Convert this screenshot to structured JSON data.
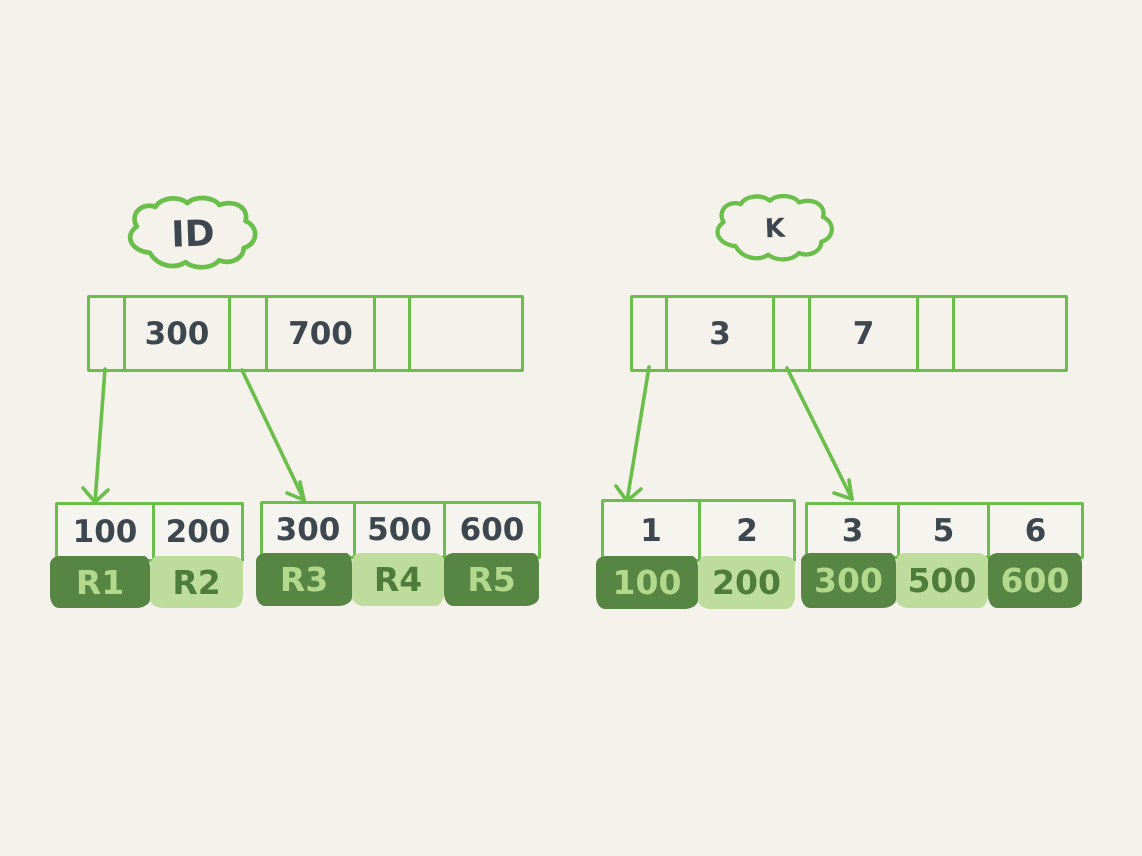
{
  "palette": {
    "background": "#f4f2eb",
    "stroke_green": "#6abf4a",
    "ink_dark": "#3d4750",
    "block_dark_fill": "#568544",
    "block_dark_text": "#b2d98b",
    "block_light_fill": "#bedd9c",
    "block_light_text": "#4e7c3a"
  },
  "left": {
    "cloud": "ID",
    "root": {
      "cells": [
        "",
        "300",
        "",
        "700",
        "",
        ""
      ]
    },
    "leaves": [
      {
        "keys": [
          "100",
          "200"
        ],
        "records": [
          {
            "label": "R1",
            "tone": "dark"
          },
          {
            "label": "R2",
            "tone": "light"
          }
        ]
      },
      {
        "keys": [
          "300",
          "500",
          "600"
        ],
        "records": [
          {
            "label": "R3",
            "tone": "dark"
          },
          {
            "label": "R4",
            "tone": "light"
          },
          {
            "label": "R5",
            "tone": "dark"
          }
        ]
      }
    ]
  },
  "right": {
    "cloud": "K",
    "root": {
      "cells": [
        "",
        "3",
        "",
        "7",
        "",
        ""
      ]
    },
    "leaves": [
      {
        "keys": [
          "1",
          "2"
        ],
        "records": [
          {
            "label": "100",
            "tone": "dark"
          },
          {
            "label": "200",
            "tone": "light"
          }
        ]
      },
      {
        "keys": [
          "3",
          "5",
          "6"
        ],
        "records": [
          {
            "label": "300",
            "tone": "dark"
          },
          {
            "label": "500",
            "tone": "light"
          },
          {
            "label": "600",
            "tone": "dark"
          }
        ]
      }
    ]
  }
}
